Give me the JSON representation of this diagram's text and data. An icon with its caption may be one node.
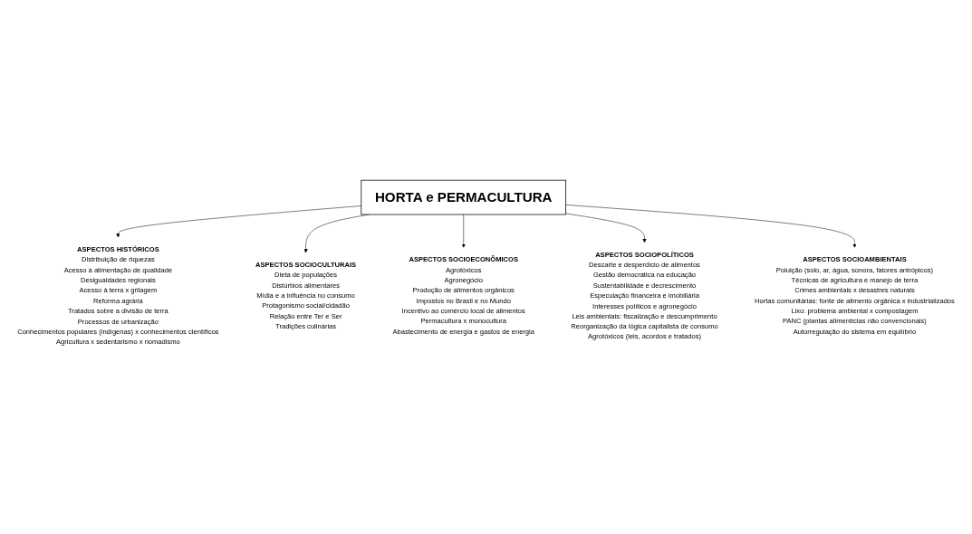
{
  "diagram": {
    "nodes": [
      {
        "text": [
          "ASPECTOS HISTÓRICOS",
          "Distribuição de riquezas",
          "Acesso à alimentação de qualidade",
          "Desigualdades regionais",
          "Acesso à terra x grilagem",
          "Reforma agrária",
          "Tratados sobre a divisão de terra",
          "Processos de urbanização",
          "Conhecimentos populares (indígenas) x conhecimentos científicos",
          "Agricultura x sedentarismo x nomadismo"
        ]
      },
      {
        "text": [
          "ASPECTOS SOCIOCULTURAIS",
          "Dieta de populações",
          "Distúrbios alimentares",
          "Mídia e a influência no consumo",
          "Protagonismo social/cidadão",
          "Relação entre Ter e Ser",
          "Tradições culinárias"
        ]
      },
      {
        "text": [
          "ASPECTOS SOCIOECONÔMICOS",
          "Agrotóxicos",
          "Agronegócio",
          "Produção de alimentos orgânicos",
          "Impostos no Brasil e no Mundo",
          "Incentivo ao comércio local de alimentos",
          "Permacultura x monocultura",
          "Abastecimento de energia e gastos de energia"
        ]
      },
      {
        "text": [
          "HORTA e PERMACULTURA"
        ]
      },
      {
        "text": [
          "ASPECTOS SOCIOPOLÍTICOS",
          "Descarte e desperdício de alimentos",
          "Gestão democrática na educação",
          "Sustentabilidade e decrescimento",
          "Especulação financeira e imobiliária",
          "Interesses políticos e agronegócio",
          "Leis ambientais: fiscalização e descumprimento",
          "Reorganização da lógica capitalista de consumo",
          "Agrotóxicos (leis, acordos e tratados)"
        ]
      },
      {
        "text": [
          "ASPECTOS SOCIOAMBIENTAIS",
          "Poluição (solo, ar, água, sonora, fatores antrópicos)",
          "Técnicas de agricultura e manejo de terra",
          "Crimes ambientais x desastres naturais",
          "Hortas comunitárias: fonte de alimento orgânica x industrializados",
          "Lixo: problema ambiental x compostagem",
          "PANC (plantas alimentícias não convencionais)",
          "Autorregulação do sistema em equilíbrio"
        ]
      }
    ],
    "edges": [
      {
        "from": 3,
        "to": 0,
        "arrow": "to"
      },
      {
        "from": 3,
        "to": 1,
        "arrow": "to"
      },
      {
        "from": 3,
        "to": 2,
        "arrow": "to"
      },
      {
        "from": 3,
        "to": 4,
        "arrow": "to"
      },
      {
        "from": 3,
        "to": 5,
        "arrow": "to"
      }
    ]
  }
}
